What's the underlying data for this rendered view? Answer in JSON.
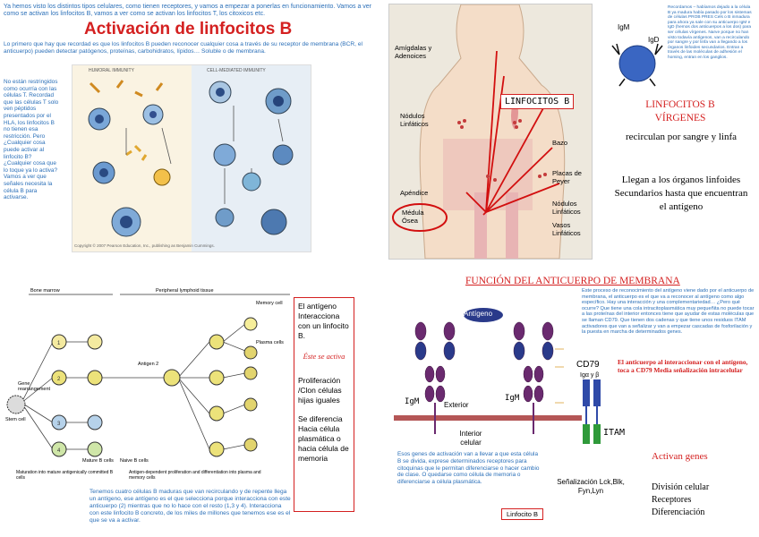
{
  "q1": {
    "intro": "Ya hemos visto los distintos tipos celulares, como tienen receptores, y vamos a empezar a ponerlas en funcionamiento. Vamos a ver como se activan los linfocitos B, vamos a ver como se activan los linfocitos T, los citoxicos etc.",
    "title": "Activación de linfocitos B",
    "para": "Lo primero que hay que recordad es que los linfocitos B pueden reconocer cualquier cosa a través de su receptor de membrana (BCR, el anticuerpo) pueden detectar patógenos, proteínas, carbohidratos, lípidos… Soluble o de membrana.",
    "side": "No están restringidos como ocurría con las células T. Recordad que las células T solo ven péptidos presentados por el HLA, los linfocitos B no tienen esa restricción. Pero ¿Cualquier cosa puede activar al linfocito B? ¿Cualquier cosa que lo toque ya lo activa? Vamos a ver que señales necesita la célula B para activarse.",
    "fig_left_label": "HUMORAL IMMUNITY",
    "fig_right_label": "CELL-MEDIATED IMMUNITY",
    "copyright": "Copyright © 2007 Pearson Education, Inc., publishing as Benjamin Cummings."
  },
  "q2": {
    "labels": {
      "amigdalas": "Amígdalas y Adenoices",
      "nodulos1": "Nódulos Linfáticos",
      "apendice": "Apéndice",
      "medula": "Médula Ósea",
      "bazo": "Bazo",
      "placas": "Placas de Peyer",
      "nodulos2": "Nódulos Linfáticos",
      "vasos": "Vasos Linfáticos"
    },
    "box": "LINFOCITOS B"
  },
  "q3": {
    "igm": "IgM",
    "igd": "IgD",
    "note": "Recordamos – habíamos dejado a la célula B ya madura había pasado por los sistemas de células PROB PRES Cels o B inmadura para ahora ya sale con su anticuerpo IgM e IgD (hemos dos anticuerpos a los dos) para ser células vírgenes. Narve porque no han visto todavía antígenos, van a recirculando por sangre y por linfa van a llegando a los órganos linfoides secundarios. Entran a través de las moléculas de adhesión el homing, entran en los ganglios.",
    "title1": "LINFOCITOS B",
    "title2": "VÍRGENES",
    "l1": "recirculan por sangre y linfa",
    "l2": "Llegan a los órganos linfoides Secundarios hasta que encuentran el antígeno"
  },
  "q4": {
    "bone_marrow": "Bone marrow",
    "peripheral": "Peripheral lymphoid tissue",
    "memory_cell": "Memory cell",
    "plasma_cells": "Plasma cells",
    "antigen2": "Antigen 2",
    "gene": "Gene rearrangement",
    "stem": "Stem cell",
    "mature": "Mature B cells",
    "naive": "Naive B cells",
    "maturation": "Maturation into mature antigenically committed B cells",
    "dependent": "Antigen-dependent proliferation and differentiation into plasma and memory cells",
    "box_a": "El antígeno Interacciona con un linfocito B.",
    "box_b": "Éste se activa",
    "box_c": "Proliferación /Clon células hijas iguales",
    "box_d": "Se diferencia Hacia célula plasmática o hacia célula de memoria",
    "note": "Tenemos cuatro células B maduras que van recirculando y de repente llega un antígeno, ese antígeno es el que selecciona porque interacciona con este anticuerpo (2) mientras que no lo hace con el resto (1,3 y 4). Interacciona con este linfocito B concreto, de los miles de millones que tenemos ese es el que se va a activar."
  },
  "q5": {
    "title": "FUNCIÓN DEL ANTICUERPO DE MEMBRANA",
    "note": "Este proceso de reconocimiento del antígeno viene dado por el anticuerpo de membrana, el anticuerpo es el que va a reconocer al antígeno como algo específico. Hay una interacción y una complementariedad… ¿Pero qué ocurre? Que tiene una cola intracitoplasmática muy pequeñita no puede tocar a las proteínas del interior entonces tiene que ayudar de estas moléculas que se llaman CD79. Que tienen dos cadenas y que tiene unos residuos ITAM activadores que van a señalizar y van a empezar cascadas de fosforilación y la puesta en marcha de determinados genes.",
    "antigeno": "Antígeno",
    "igm1": "IgM",
    "igm2": "IgM",
    "exterior": "Exterior",
    "interior": "Interior celular",
    "cd79": "CD79",
    "iga": "Igα y β",
    "red_text": "El anticuerpo al interaccionar con el antígeno, toca a CD79 Media señalización intracelular",
    "itam": "ITAM",
    "activan": "Activan genes",
    "senal": "Señalización Lck,Blk, Fyn,Lyn",
    "div1": "División celular",
    "div2": "Receptores",
    "div3": "Diferenciación",
    "bottom_note": "Esos genes de activación van a llevar a que esta célula B se divida, exprese determinados receptores para citoquinas que le permitan diferenciarse o hacer cambio de clase. O quedarse como célula de memoria o diferenciarse a célula plasmática.",
    "linfocito": "Linfocito B"
  }
}
